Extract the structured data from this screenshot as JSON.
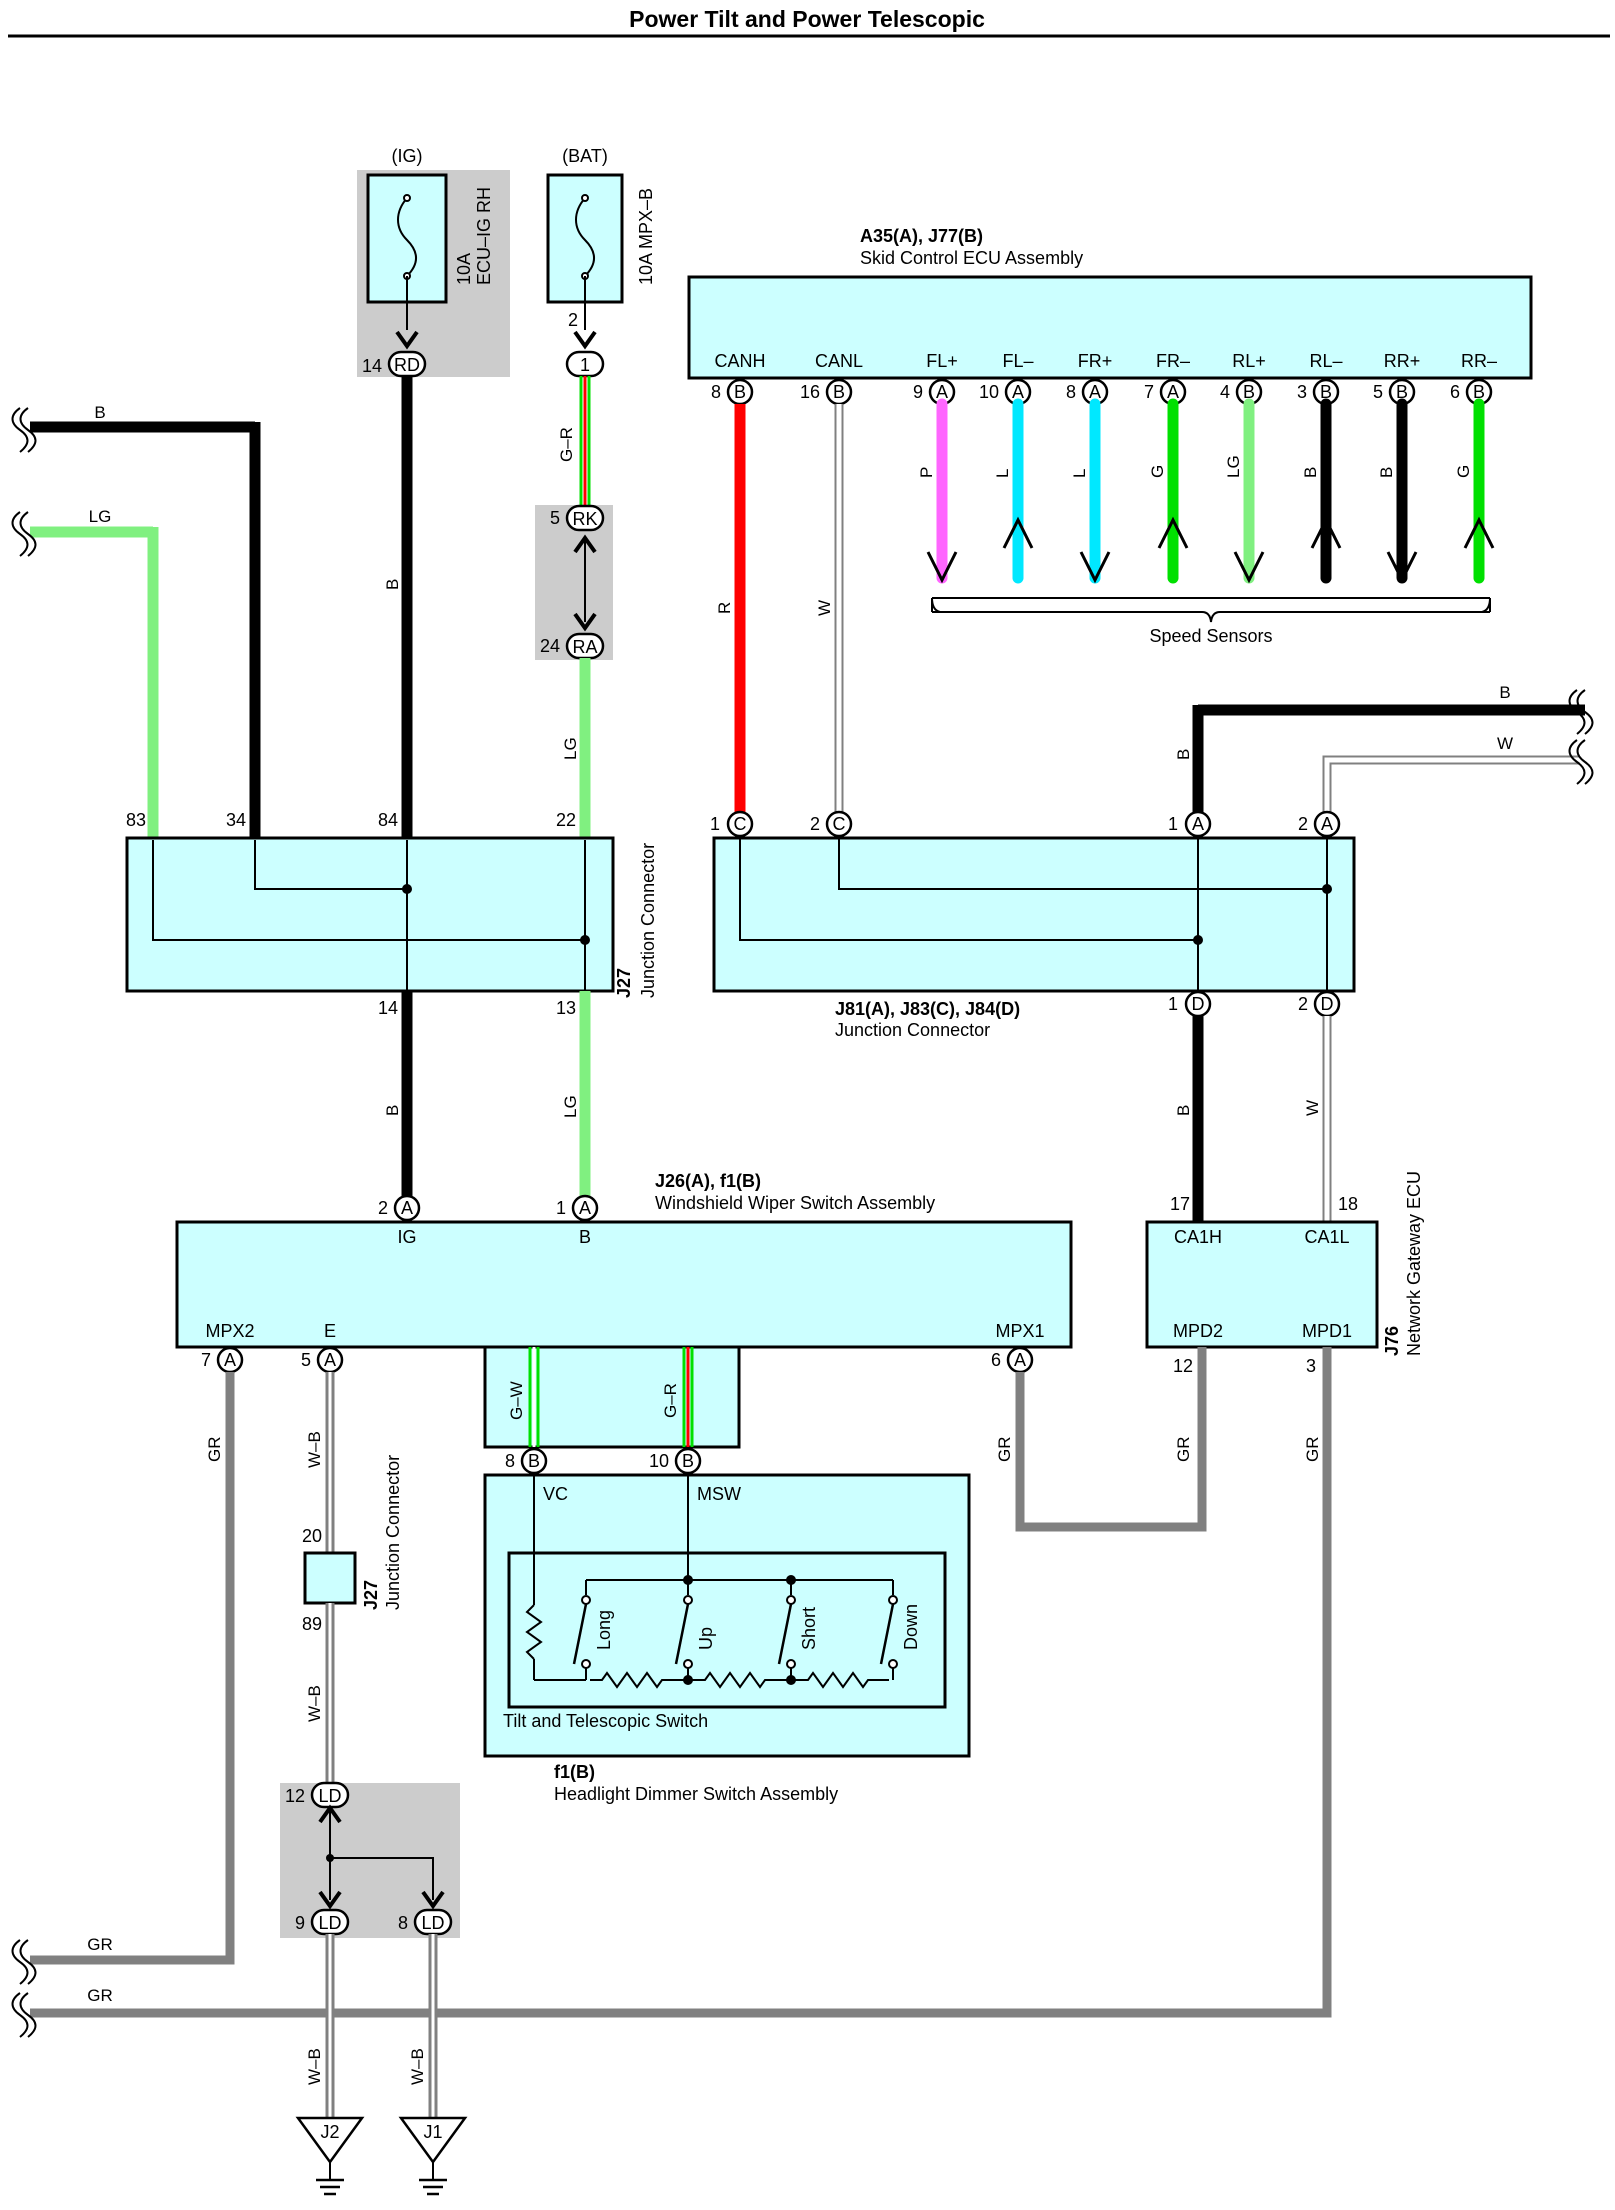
{
  "title": "Power Tilt and Power Telescopic",
  "power": {
    "ig": "(IG)",
    "bat": "(BAT)",
    "fuse_ig": [
      "10A",
      "ECU–IG RH"
    ],
    "fuse_bat": "10A MPX–B"
  },
  "skid_ecu": {
    "code": "A35(A), J77(B)",
    "name": "Skid Control ECU Assembly",
    "terminals": [
      "CANH",
      "CANL",
      "FL+",
      "FL–",
      "FR+",
      "FR–",
      "RL+",
      "RL–",
      "RR+",
      "RR–"
    ],
    "pins": [
      "8",
      "16",
      "9",
      "10",
      "8",
      "7",
      "4",
      "3",
      "5",
      "6"
    ],
    "connectors": [
      "B",
      "B",
      "A",
      "A",
      "A",
      "A",
      "B",
      "B",
      "B",
      "B"
    ],
    "wire_colors": [
      "R",
      "W",
      "P",
      "L",
      "L",
      "G",
      "LG",
      "B",
      "B",
      "G"
    ]
  },
  "speed_sensors": "Speed Sensors",
  "j27": {
    "code": "J27",
    "name": "Junction Connector",
    "pins_top": [
      "83",
      "34",
      "84",
      "22"
    ],
    "pins_bottom": [
      "14",
      "13"
    ]
  },
  "j81": {
    "code": "J81(A), J83(C), J84(D)",
    "name": "Junction Connector"
  },
  "wiper": {
    "code": "J26(A), f1(B)",
    "name": "Windshield Wiper Switch Assembly",
    "ig": "IG",
    "b": "B",
    "mpx2": "MPX2",
    "e": "E",
    "mpx1": "MPX1"
  },
  "gateway": {
    "code": "J76",
    "name": "Network Gateway ECU",
    "ca1h": "CA1H",
    "ca1l": "CA1L",
    "mpd2": "MPD2",
    "mpd1": "MPD1"
  },
  "dimmer": {
    "code": "f1(B)",
    "name": "Headlight Dimmer Switch Assembly",
    "vc": "VC",
    "msw": "MSW",
    "switch": "Tilt and Telescopic Switch",
    "positions": [
      "Long",
      "Up",
      "Short",
      "Down"
    ]
  },
  "j27b": {
    "code": "J27",
    "name": "Junction Connector",
    "pin_a": "20",
    "pin_b": "89"
  },
  "connectors": {
    "rd": "RD",
    "one": "1",
    "rk": "RK",
    "ra": "RA",
    "ld": "LD",
    "a": "A",
    "b": "B",
    "c": "C",
    "d": "D"
  },
  "pins": {
    "rd": "14",
    "mpx": "2",
    "rk": "5",
    "ra": "24",
    "j81_c1": "1",
    "j81_c2": "2",
    "j81_a1": "1",
    "j81_a2": "2",
    "j81_d1": "1",
    "j81_d2": "2",
    "w_a2": "2",
    "w_a1": "1",
    "g17": "17",
    "g18": "18",
    "w_a7": "7",
    "w_a5": "5",
    "w_a6": "6",
    "g12": "12",
    "g3": "3",
    "d8": "8",
    "d10": "10",
    "ld12": "12",
    "ld9": "9",
    "ld8": "8"
  },
  "wires": {
    "b": "B",
    "lg": "LG",
    "w": "W",
    "gr": "GR",
    "gr_wire": "G–R",
    "gw": "G–W",
    "wb": "W–B"
  },
  "grounds": [
    "J2",
    "J1"
  ],
  "colors": {
    "box": "#ccffff",
    "shade": "#cccccc",
    "red": "#ff0000",
    "green": "#00e000",
    "lightgreen": "#80f080",
    "cyan": "#00e8ff",
    "pink": "#ff66ff",
    "gray": "#808080",
    "black": "#000000"
  }
}
